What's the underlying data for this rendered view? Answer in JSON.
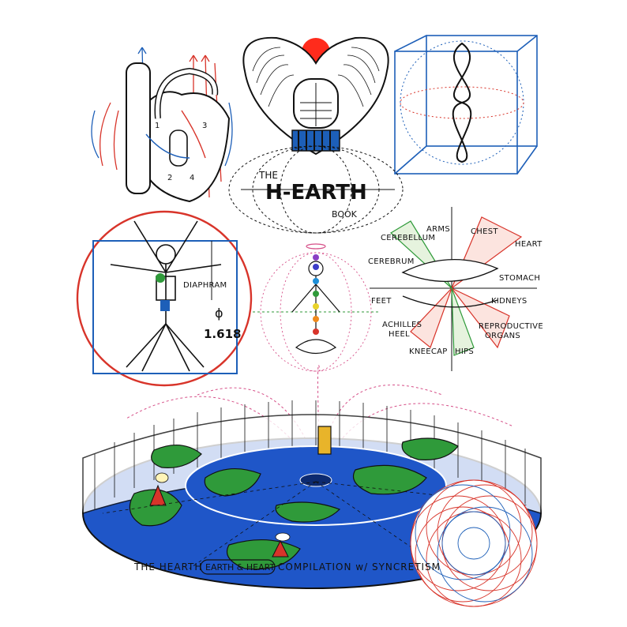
{
  "title": {
    "the": "THE",
    "main": "H-EARTH",
    "book": "BOOK"
  },
  "heart": {
    "chambers": [
      "1",
      "2",
      "3",
      "4"
    ]
  },
  "vitruvian": {
    "diaphragm": "DIAPHRAM",
    "phi_symbol": "ϕ",
    "phi_value": "1.618"
  },
  "zodiac": {
    "labels": {
      "cerebellum": "CEREBELLUM",
      "arms": "ARMS",
      "chest": "CHEST",
      "heart": "HEART",
      "cerebrum": "CEREBRUM",
      "stomach": "STOMACH",
      "feet": "FEET",
      "kidneys": "KIDNEYS",
      "achilles": "ACHILLES",
      "heel": "HEEL",
      "reproductive": "REPRODUCTIVE",
      "organs": "ORGANS",
      "kneecap": "KNEECAP",
      "hips": "HIPS"
    }
  },
  "caption": {
    "prefix": "THE HEARTH",
    "boxed": "EARTH & HEART",
    "suffix": "COMPILATION w/ SYNCRETISM"
  },
  "colors": {
    "red": "#d8342a",
    "blue": "#1d5fb8",
    "ocean": "#1f56c8",
    "land": "#2f9a3a",
    "ink": "#111111",
    "pink": "#d64f88"
  }
}
